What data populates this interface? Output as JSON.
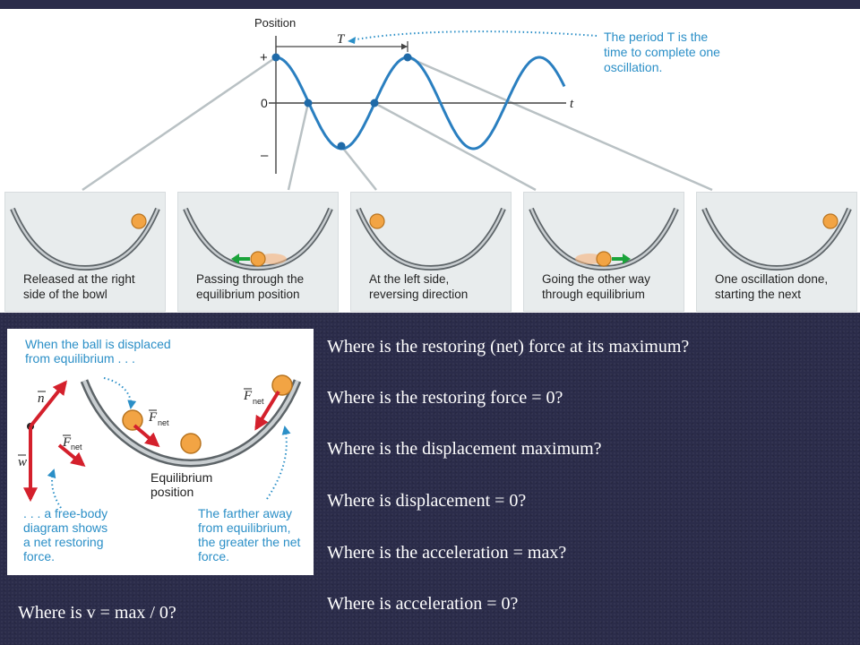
{
  "graph": {
    "y_axis_label": "Position",
    "x_axis_label": "t",
    "tick_plus": "+",
    "tick_zero": "0",
    "tick_minus": "–",
    "period_label": "T",
    "period_annotation": "The period T is the\ntime to complete one\noscillation."
  },
  "stages": [
    {
      "caption": "Released at the right\nside of the bowl",
      "ball": "right",
      "arrow": "none"
    },
    {
      "caption": "Passing through the\nequilibrium position",
      "ball": "center",
      "arrow": "left"
    },
    {
      "caption": "At the left side,\nreversing direction",
      "ball": "left",
      "arrow": "none"
    },
    {
      "caption": "Going the other way\nthrough equilibrium",
      "ball": "center",
      "arrow": "right"
    },
    {
      "caption": "One oscillation done,\nstarting the next",
      "ball": "right",
      "arrow": "none"
    }
  ],
  "force_figure": {
    "callout_displaced": "When the ball is displaced\nfrom equilibrium . . .",
    "callout_freebody": ". . . a free-body\ndiagram shows\na net restoring\nforce.",
    "callout_farther": "The farther away\nfrom equilibrium,\nthe greater the net\nforce.",
    "equilibrium_label": "Equilibrium\nposition",
    "vec_n": "n",
    "vec_w": "w",
    "vec_fnet": "F",
    "fnet_sub": "net"
  },
  "questions": [
    "Where is the restoring (net) force at its maximum?",
    "Where is the restoring force = 0?",
    "Where is the displacement maximum?",
    "Where is displacement = 0?",
    "Where is the acceleration = max?",
    "Where is acceleration = 0?"
  ],
  "velocity_question": "Where is v = max / 0?",
  "colors": {
    "curve": "#2a7fc0",
    "force_arrow": "#d4202c",
    "velocity_arrow": "#1aa33a",
    "ball": "#f2a444",
    "callout": "#2b8fc7",
    "background": "#2b2c4a"
  }
}
